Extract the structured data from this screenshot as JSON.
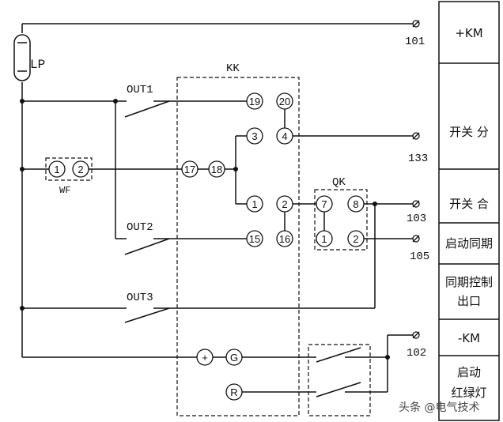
{
  "labels": {
    "lp": "LP",
    "kk": "KK",
    "wf": "WF",
    "qk": "QK",
    "out1": "OUT1",
    "out2": "OUT2",
    "out3": "OUT3"
  },
  "terminals": {
    "t101": "101",
    "t133": "133",
    "t103": "103",
    "t105": "105",
    "t102": "102"
  },
  "kk_contacts": {
    "c19": "19",
    "c20": "20",
    "c3": "3",
    "c4": "4",
    "c17": "17",
    "c18": "18",
    "c1": "1",
    "c2": "2",
    "c15": "15",
    "c16": "16",
    "plus": "+",
    "g": "G",
    "r": "R"
  },
  "wf_contacts": {
    "c1": "1",
    "c2": "2"
  },
  "qk_contacts": {
    "c7": "7",
    "c8": "8",
    "c1": "1",
    "c2": "2"
  },
  "legend": {
    "plus_km": "+KM",
    "switch_open": "开关 分",
    "switch_close": "开关 合",
    "start_sync": "启动同期",
    "sync_out_line1": "同期控制",
    "sync_out_line2": "出口",
    "minus_km": "-KM",
    "lamp_line1": "启动",
    "lamp_line2": "红绿灯"
  },
  "watermark": "头条 @电气技术"
}
